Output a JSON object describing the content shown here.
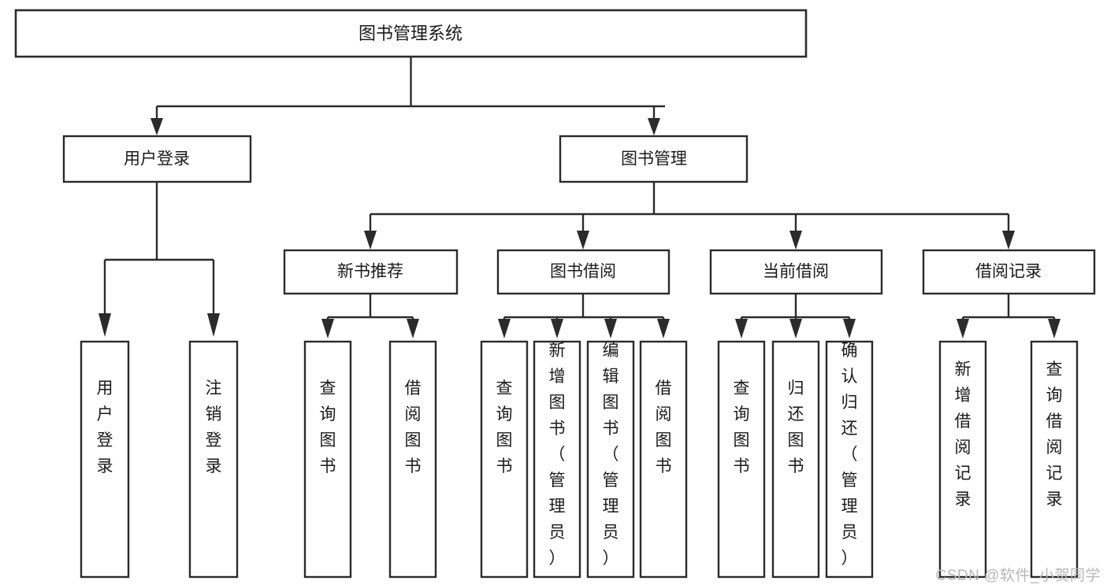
{
  "diagram": {
    "title": "图书管理系统",
    "type": "tree-hierarchy",
    "watermark": "CSDN @软件_小贺同学",
    "root": {
      "id": "root",
      "label": "图书管理系统"
    },
    "level2": [
      {
        "id": "user-login",
        "label": "用户登录"
      },
      {
        "id": "book-management",
        "label": "图书管理"
      }
    ],
    "level3": [
      {
        "id": "new-book-recommend",
        "label": "新书推荐",
        "parent": "book-management"
      },
      {
        "id": "book-borrow",
        "label": "图书借阅",
        "parent": "book-management"
      },
      {
        "id": "current-borrow",
        "label": "当前借阅",
        "parent": "book-management"
      },
      {
        "id": "borrow-record",
        "label": "借阅记录",
        "parent": "book-management"
      }
    ],
    "leaves": {
      "user-login": [
        {
          "id": "leaf-user-login",
          "label": "用户登录"
        },
        {
          "id": "leaf-user-logout",
          "label": "注销登录"
        }
      ],
      "new-book-recommend": [
        {
          "id": "leaf-query-book-1",
          "label": "查询图书"
        },
        {
          "id": "leaf-borrow-book-1",
          "label": "借阅图书"
        }
      ],
      "book-borrow": [
        {
          "id": "leaf-query-book-2",
          "label": "查询图书"
        },
        {
          "id": "leaf-add-book",
          "label": "新增图书（管理员）"
        },
        {
          "id": "leaf-edit-book",
          "label": "编辑图书（管理员）"
        },
        {
          "id": "leaf-borrow-book-2",
          "label": "借阅图书"
        }
      ],
      "current-borrow": [
        {
          "id": "leaf-query-book-3",
          "label": "查询图书"
        },
        {
          "id": "leaf-return-book",
          "label": "归还图书"
        },
        {
          "id": "leaf-confirm-return",
          "label": "确认归还（管理员）"
        }
      ],
      "borrow-record": [
        {
          "id": "leaf-add-record",
          "label": "新增借阅记录"
        },
        {
          "id": "leaf-query-record",
          "label": "查询借阅记录"
        }
      ]
    },
    "colors": {
      "stroke": "#2b2b2b",
      "fill": "#ffffff",
      "text": "#1a1a1a",
      "watermark": "#b8b8b8"
    }
  }
}
